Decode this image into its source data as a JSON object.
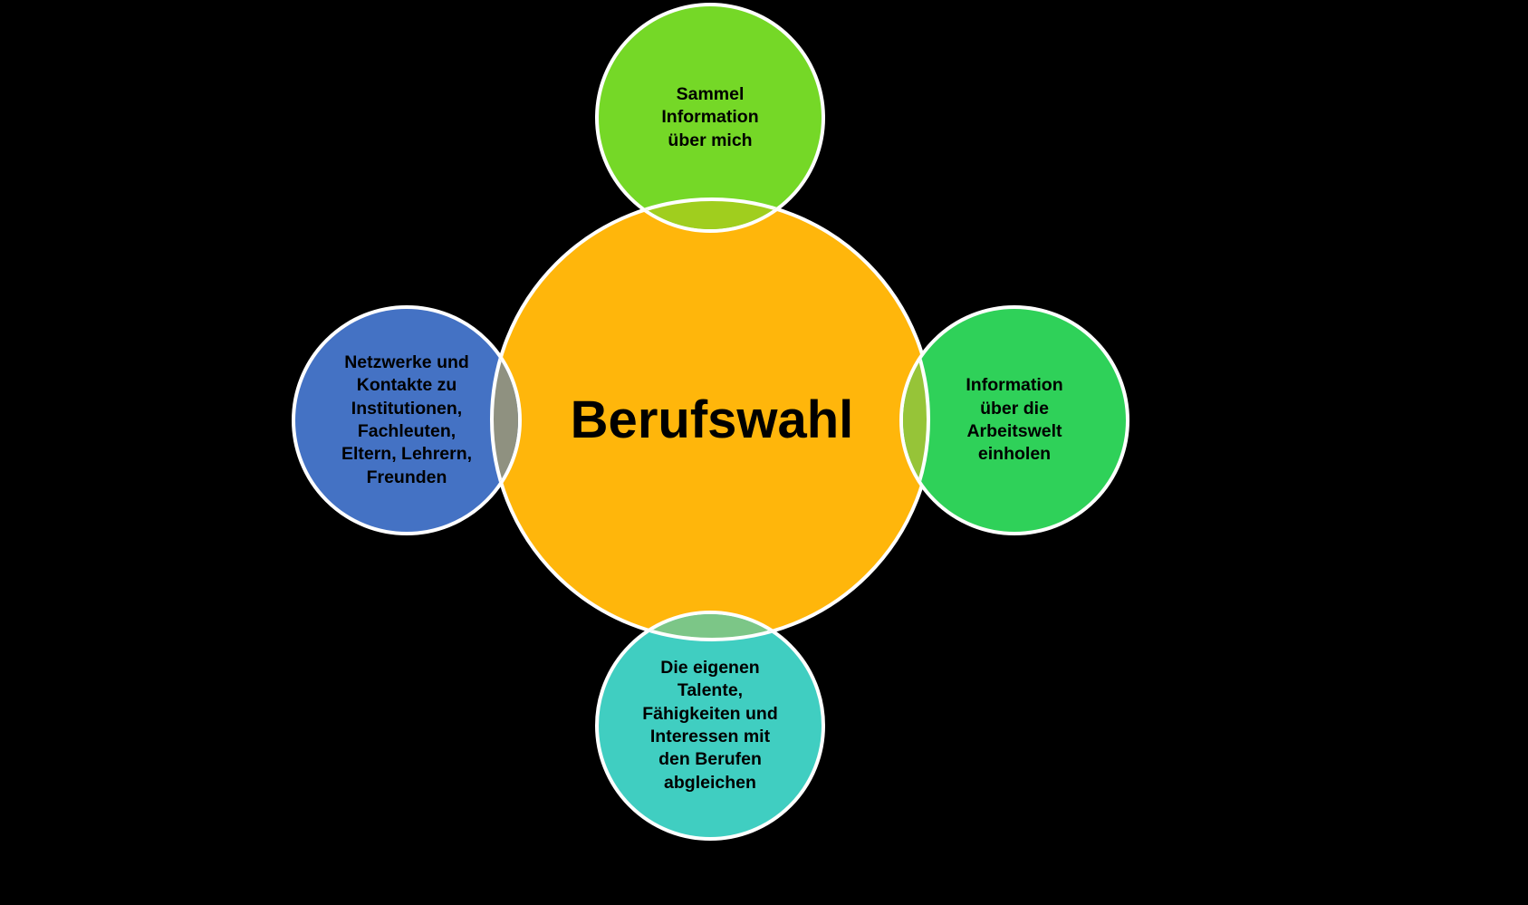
{
  "background_color": "#000000",
  "diagram": {
    "type": "venn-radial",
    "center": {
      "label": "Berufswahl",
      "color": "#FFB60B",
      "text_color": "#000000"
    },
    "nodes": [
      {
        "id": "top",
        "label": "Sammel\nInformation\nüber mich",
        "color": "#75D827",
        "overlap_color": "#A0CE1E",
        "text_color": "#000000"
      },
      {
        "id": "right",
        "label": "Information\nüber die\nArbeitswelt\neinholen",
        "color": "#2FD159",
        "overlap_color": "#96C438",
        "text_color": "#000000"
      },
      {
        "id": "bottom",
        "label": "Die eigenen\nTalente,\nFähigkeiten und\nInteressen mit\nden Berufen\nabgleichen",
        "color": "#40CEC1",
        "overlap_color": "#7CC687",
        "text_color": "#000000"
      },
      {
        "id": "left",
        "label": "Netzwerke und\nKontakte zu\nInstitutionen,\nFachleuten,\nEltern, Lehrern,\nFreunden",
        "color": "#4472C4",
        "overlap_color": "#8F9180",
        "text_color": "#000000"
      }
    ],
    "border_color": "#FFFFFF"
  }
}
